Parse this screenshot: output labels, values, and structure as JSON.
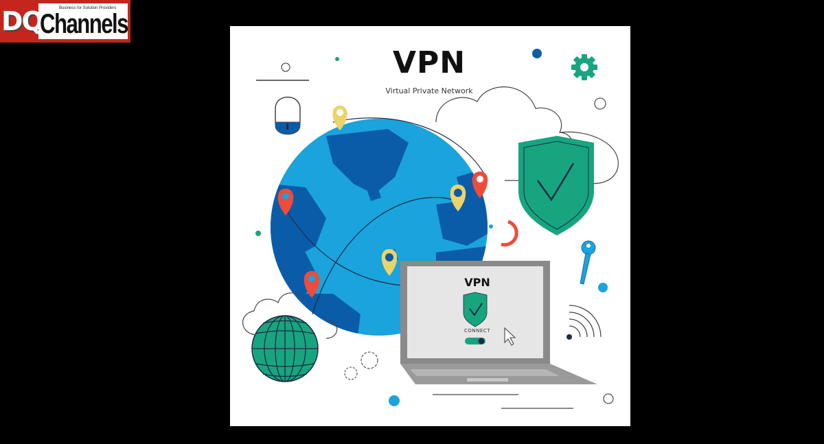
{
  "logo": {
    "brand_prefix": "DQ",
    "brand_name": "Channels",
    "tagline": "Business for Solution Providers",
    "colors": {
      "red": "#c4261d",
      "white": "#ffffff",
      "black": "#111111"
    }
  },
  "illustration": {
    "title": "VPN",
    "subtitle": "Virtual Private Network",
    "laptop_screen": {
      "title": "VPN",
      "icon": "shield-check-icon",
      "button_label": "CONNECT",
      "toggle_state": "on"
    },
    "icons": [
      "gear-icon",
      "padlock-icon",
      "shield-check-icon",
      "key-icon",
      "wifi-icon",
      "globe-icon",
      "cloud-icon",
      "map-pin-icon",
      "cursor-icon",
      "loading-arc-icon"
    ],
    "colors": {
      "globe_ocean": "#1aa3dc",
      "globe_land": "#0b5ca8",
      "shield_green": "#17a57f",
      "pin_red": "#ee4b3a",
      "pin_yellow": "#ecd36a",
      "laptop_frame": "#8a8a8a",
      "laptop_screen": "#e6e6e6",
      "navy": "#1f2a44"
    }
  }
}
